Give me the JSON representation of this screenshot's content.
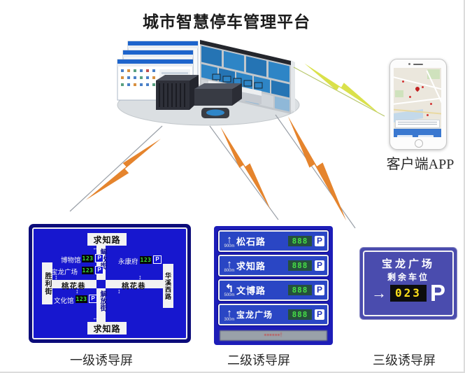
{
  "title": "城市智慧停车管理平台",
  "client_app": {
    "label": "客户端APP"
  },
  "icons": {
    "arrow_h": "↔",
    "arrow_v": "↕",
    "arrow_up": "↑",
    "arrow_turn_left": "↰",
    "arrow_right": "→"
  },
  "colors": {
    "screen_blue": "#1717cf",
    "screen_navy": "#0c0c7a",
    "panel_blue": "#2a46c4",
    "sign_indigo": "#4a4cae",
    "led_green": "#3be03b",
    "led_yellow": "#ffe11a",
    "bolt_orange": "#e5842d",
    "bolt_yellow": "#dae14b"
  },
  "level1": {
    "caption": "一级诱导屏",
    "plates": {
      "top": "求知路",
      "bottom": "求知路",
      "left": "胜利街",
      "right": "华溪西路"
    },
    "streets": {
      "vertical_upper": "解放街",
      "vertical_lower": "解放街",
      "horizontal_left": "桃花巷",
      "horizontal_right": "桃花巷"
    },
    "lots": [
      {
        "name": "博物馆",
        "count": "123",
        "p": "P"
      },
      {
        "name": "宝龙广场",
        "count": "123",
        "p": "P"
      },
      {
        "name": "永康府",
        "count": "123",
        "p": "P"
      },
      {
        "name": "文化馆",
        "count": "123",
        "p": "P"
      }
    ]
  },
  "level2": {
    "caption": "二级诱导屏",
    "rows": [
      {
        "arrow": "↑",
        "distance": "900m",
        "name": "松石路",
        "count": "888",
        "p": "P"
      },
      {
        "arrow": "↑",
        "distance": "800m",
        "name": "求知路",
        "count": "888",
        "p": "P"
      },
      {
        "arrow": "↰",
        "distance": "500m",
        "name": "文博路",
        "count": "888",
        "p": "P"
      },
      {
        "arrow": "↑",
        "distance": "300m",
        "name": "宝龙广场",
        "count": "888",
        "p": "P"
      }
    ],
    "ticker": "▪▪▪▪▪▪!"
  },
  "level3": {
    "caption": "三级诱导屏",
    "name": "宝龙广场",
    "subtitle": "剩余车位",
    "arrow": "→",
    "count": "023",
    "p": "P"
  }
}
